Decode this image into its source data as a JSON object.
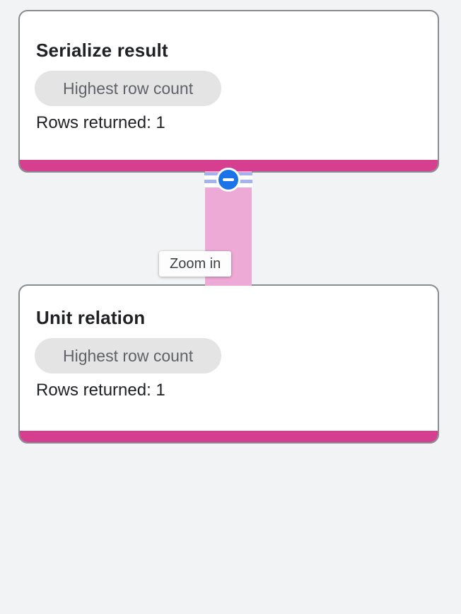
{
  "app": {
    "view": "query-execution-graph"
  },
  "nodes": [
    {
      "title": "Serialize result",
      "badge": "Highest row count",
      "rows": "Rows returned: 1"
    },
    {
      "title": "Unit relation",
      "badge": "Highest row count",
      "rows": "Rows returned: 1"
    }
  ],
  "tooltip": {
    "label": "Zoom in"
  },
  "icons": {
    "collapse_button": "minus-icon"
  },
  "colors": {
    "background": "#f1f3f4",
    "card_border": "#878c91",
    "duration_bar": "#d63f90",
    "edge_fill": "#eeaad6",
    "stripe_blue": "#a3b3ee",
    "button_blue": "#1a73e8",
    "badge_bg": "#e4e4e5",
    "badge_text": "#5f6368",
    "text": "#202124",
    "tooltip_bg": "#fdfdfd",
    "tooltip_text": "#3c4043"
  }
}
